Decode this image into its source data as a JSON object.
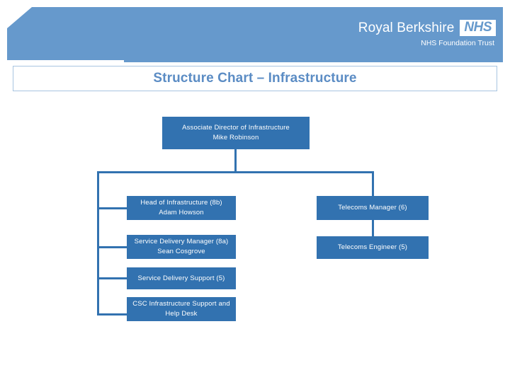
{
  "header": {
    "trust_name": "Royal Berkshire",
    "logo_text": "NHS",
    "subtitle": "NHS Foundation Trust",
    "banner_color": "#6699cc"
  },
  "title_bar": {
    "title": "Structure Chart – Infrastructure",
    "title_color": "#5b8cc4"
  },
  "org_chart": {
    "box_color": "#3272b0",
    "connector_color": "#3272b0",
    "text_color": "#ffffff",
    "nodes": [
      {
        "id": "associate-director",
        "line1": "Associate Director of Infrastructure",
        "line2": "Mike Robinson"
      },
      {
        "id": "head-of-infrastructure",
        "line1": "Head of Infrastructure (8b)",
        "line2": "Adam Howson"
      },
      {
        "id": "service-delivery-manager",
        "line1": "Service Delivery Manager (8a)",
        "line2": "Sean Cosgrove"
      },
      {
        "id": "service-delivery-support",
        "line1": "Service Delivery Support (5)",
        "line2": ""
      },
      {
        "id": "csc-infrastructure-support",
        "line1": "CSC Infrastructure Support and",
        "line2": "Help Desk"
      },
      {
        "id": "telecoms-manager",
        "line1": "Telecoms Manager (6)",
        "line2": ""
      },
      {
        "id": "telecoms-engineer",
        "line1": "Telecoms Engineer (5)",
        "line2": ""
      }
    ]
  }
}
